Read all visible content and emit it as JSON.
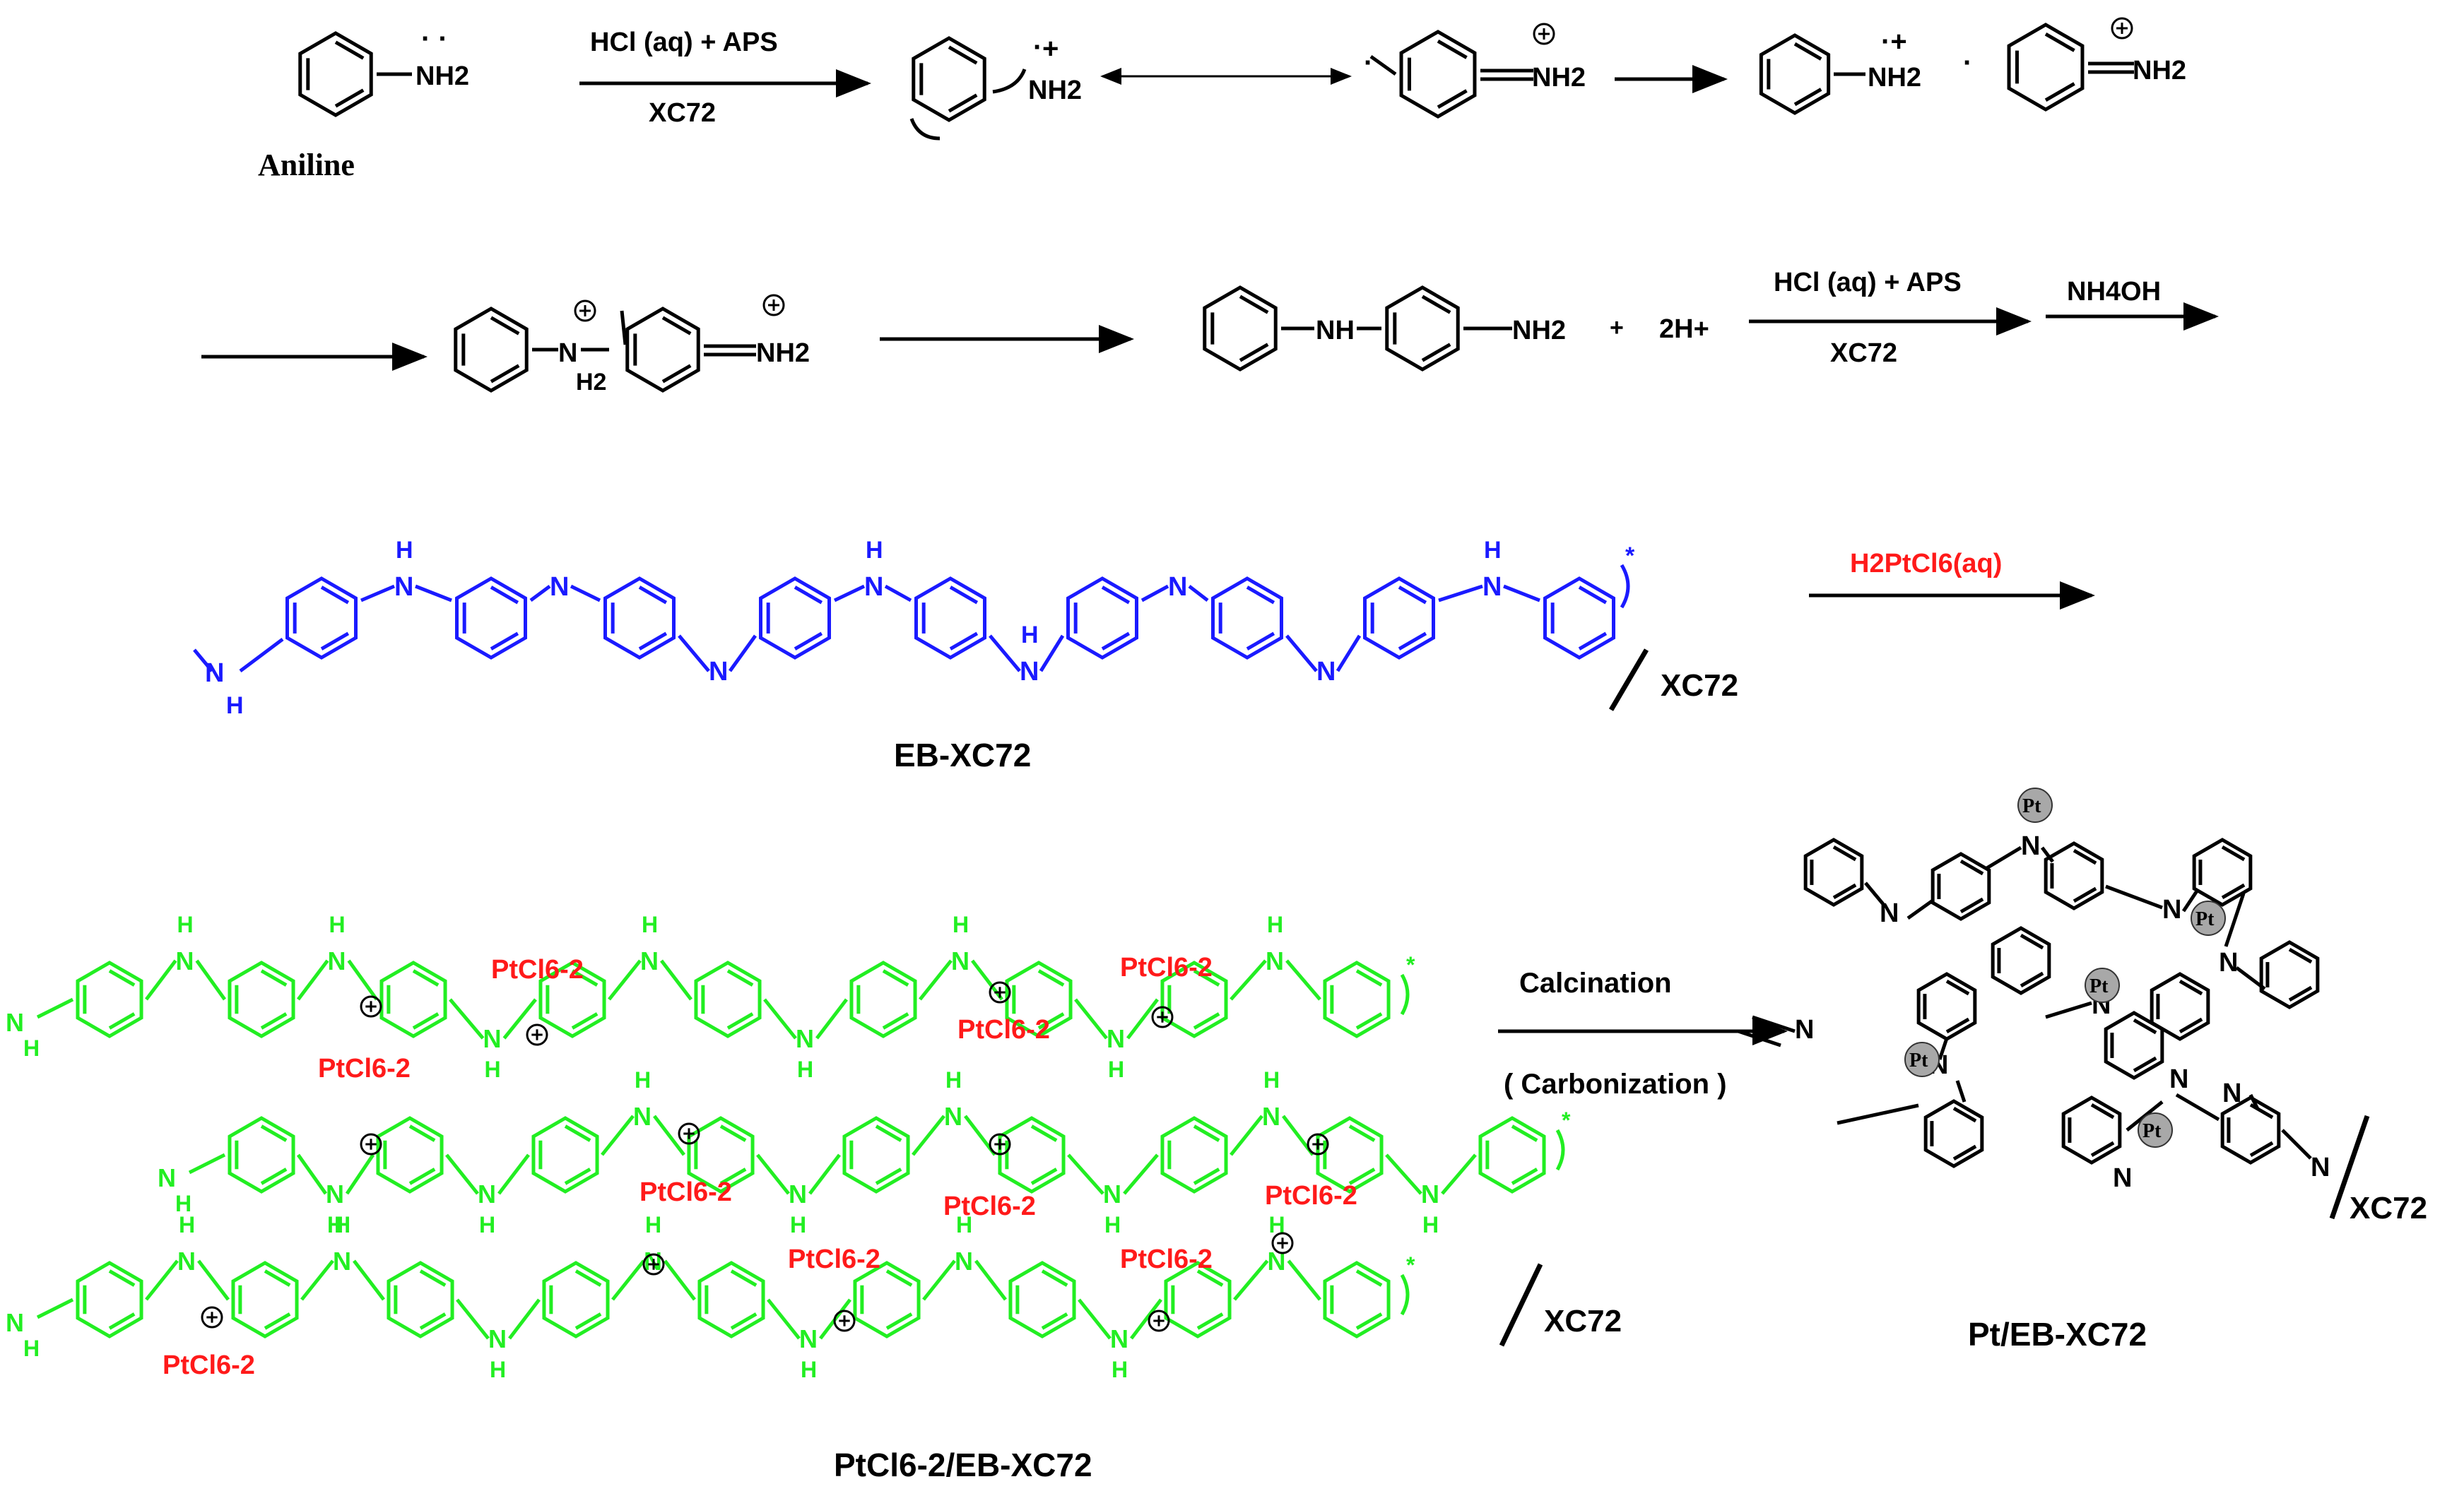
{
  "colors": {
    "black": "#000000",
    "blue": "#1a1aff",
    "green": "#22ee22",
    "red": "#ff1a1a",
    "pt_fill": "#a8a8a8"
  },
  "row1": {
    "aniline_group": "NH2",
    "aniline_name": "Aniline",
    "reagent_top": "HCl (aq) +  APS",
    "reagent_bottom": "XC72",
    "radical_cation": "NH2",
    "radical_sign": "+",
    "iminium": "NH2",
    "pair_left": "NH2",
    "pair_right": "NH2"
  },
  "row2": {
    "dimer_cation_nh": "N",
    "dimer_cation_h2": "H2",
    "dimer_cation_nh2": "NH2",
    "dimer_nh": "NH",
    "dimer_nh2": "NH2",
    "plus": "+",
    "protons": "2H+",
    "reagent_top": "HCl (aq) +  APS",
    "reagent_bottom": "XC72",
    "base": "NH4OH"
  },
  "row3": {
    "amine": "N",
    "amine_h": "H",
    "imine": "N",
    "support": "XC72",
    "caption": "EB-XC72",
    "reagent": "H2PtCl6(aq)",
    "end_mark": "*"
  },
  "row4": {
    "amine": "N",
    "amine_h": "H",
    "counter_ion": "PtCl6-2",
    "support": "XC72",
    "caption": "PtCl6-2/EB-XC72",
    "step_top": "Calcination",
    "step_bottom": "( Carbonization )",
    "product_support": "XC72",
    "product_caption": "Pt/EB-XC72",
    "imine": "N",
    "amine_n": "N",
    "pt": "Pt",
    "end_mark": "*"
  }
}
